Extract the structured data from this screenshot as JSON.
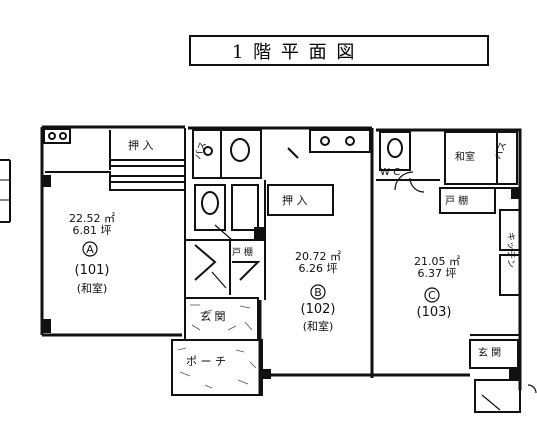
{
  "title": "1 階 平 面 図",
  "rooms": [
    {
      "unit": "A",
      "code": "(101)",
      "area_m2": "22.52 ㎡",
      "area_jo": "6.81 坪",
      "type": "(和室)"
    },
    {
      "unit": "B",
      "code": "(102)",
      "area_m2": "20.72 ㎡",
      "area_jo": "6.26 坪",
      "type": "(和室)"
    },
    {
      "unit": "C",
      "code": "(103)",
      "area_m2": "21.05 ㎡",
      "area_jo": "6.37 坪",
      "type": ""
    }
  ],
  "labels": {
    "oshiire": "押 入",
    "oshiire_b": "押 入",
    "bath": "バス",
    "wc": "W C",
    "todana": "戸 棚",
    "todana_c": "戸 棚",
    "genkan": "玄 関",
    "genkan_c": "玄 関",
    "porch": "ポ ー チ",
    "washitsu": "和室",
    "bath_c": "バス",
    "kitchen_c": "キッチン"
  }
}
